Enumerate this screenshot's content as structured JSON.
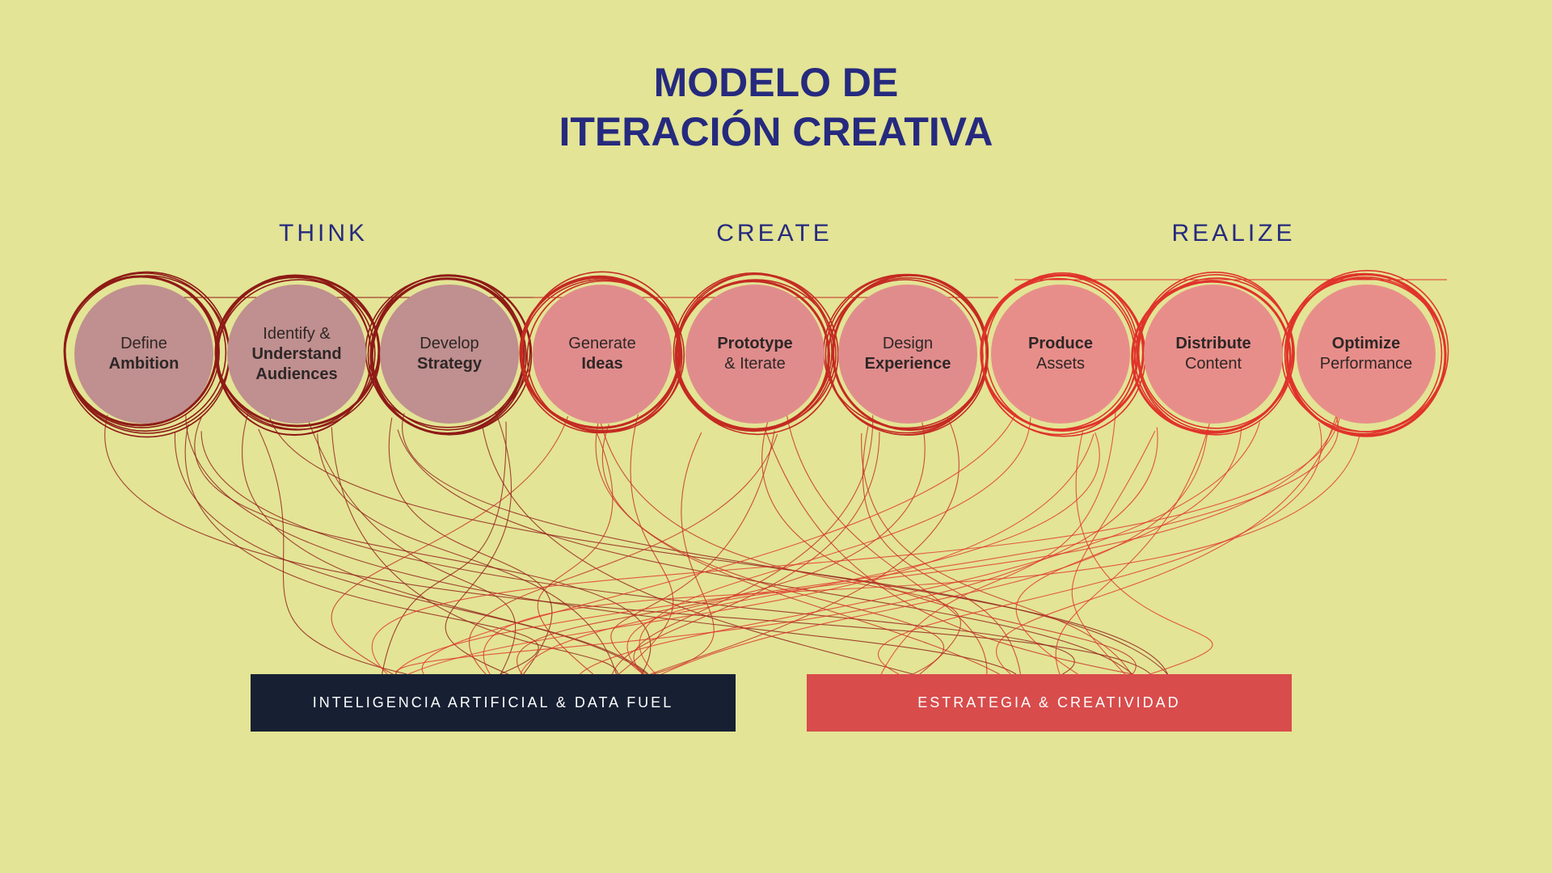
{
  "title": {
    "line1": "MODELO DE",
    "line2": "ITERACIÓN CREATIVA"
  },
  "phases": [
    {
      "label": "THINK"
    },
    {
      "label": "CREATE"
    },
    {
      "label": "REALIZE"
    }
  ],
  "steps": [
    {
      "lines": [
        {
          "text": "Define",
          "bold": false
        },
        {
          "text": "Ambition",
          "bold": true
        }
      ],
      "fill": "#c08f8f",
      "ring": "#8e1a16"
    },
    {
      "lines": [
        {
          "text": "Identify &",
          "bold": false
        },
        {
          "text": "Understand",
          "bold": true
        },
        {
          "text": "Audiences",
          "bold": true
        }
      ],
      "fill": "#c08f8f",
      "ring": "#8e1a16"
    },
    {
      "lines": [
        {
          "text": "Develop",
          "bold": false
        },
        {
          "text": "Strategy",
          "bold": true
        }
      ],
      "fill": "#c08f8f",
      "ring": "#8e1a16"
    },
    {
      "lines": [
        {
          "text": "Generate",
          "bold": false
        },
        {
          "text": "Ideas",
          "bold": true
        }
      ],
      "fill": "#e08c8c",
      "ring": "#c42a22"
    },
    {
      "lines": [
        {
          "text": "Prototype",
          "bold": true
        },
        {
          "text": "& Iterate",
          "bold": false
        }
      ],
      "fill": "#e08c8c",
      "ring": "#c42a22"
    },
    {
      "lines": [
        {
          "text": "Design",
          "bold": false
        },
        {
          "text": "Experience",
          "bold": true
        }
      ],
      "fill": "#e08c8c",
      "ring": "#c42a22"
    },
    {
      "lines": [
        {
          "text": "Produce",
          "bold": true
        },
        {
          "text": "Assets",
          "bold": false
        }
      ],
      "fill": "#e88e8a",
      "ring": "#e0332b"
    },
    {
      "lines": [
        {
          "text": "Distribute",
          "bold": true
        },
        {
          "text": "Content",
          "bold": false
        }
      ],
      "fill": "#e88e8a",
      "ring": "#e0332b"
    },
    {
      "lines": [
        {
          "text": "Optimize",
          "bold": true
        },
        {
          "text": "Performance",
          "bold": false
        }
      ],
      "fill": "#e88e8a",
      "ring": "#e0332b"
    }
  ],
  "pills": {
    "ai": {
      "label": "INTELIGENCIA ARTIFICIAL & DATA FUEL",
      "color": "#172033"
    },
    "strategy": {
      "label": "ESTRATEGIA & CREATIVIDAD",
      "color": "#d84c4c"
    }
  },
  "colors": {
    "background": "#e3e495",
    "title": "#262a7e"
  }
}
